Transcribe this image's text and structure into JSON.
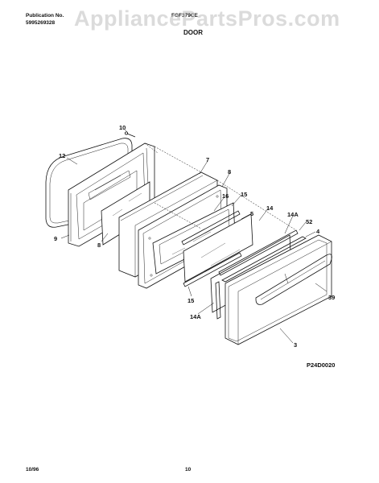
{
  "header": {
    "publication_label": "Publication No.",
    "publication_number": "5995269328",
    "model": "FGF379CE",
    "section_title": "DOOR"
  },
  "watermark": "AppliancePartsPros.com",
  "diagram_code": "P24D0020",
  "callouts": [
    {
      "id": "10",
      "name": "callout-10"
    },
    {
      "id": "12",
      "name": "callout-12"
    },
    {
      "id": "7",
      "name": "callout-7"
    },
    {
      "id": "8",
      "name": "callout-8-upper"
    },
    {
      "id": "16",
      "name": "callout-16"
    },
    {
      "id": "15",
      "name": "callout-15-upper"
    },
    {
      "id": "5",
      "name": "callout-5"
    },
    {
      "id": "14",
      "name": "callout-14"
    },
    {
      "id": "14A",
      "name": "callout-14a-upper"
    },
    {
      "id": "52",
      "name": "callout-52"
    },
    {
      "id": "4",
      "name": "callout-4"
    },
    {
      "id": "9",
      "name": "callout-9"
    },
    {
      "id": "8",
      "name": "callout-8-lower"
    },
    {
      "id": "15",
      "name": "callout-15-lower"
    },
    {
      "id": "14A",
      "name": "callout-14a-lower"
    },
    {
      "id": "39",
      "name": "callout-39"
    },
    {
      "id": "3",
      "name": "callout-3"
    }
  ],
  "footer": {
    "date": "10/96",
    "page_number": "10"
  }
}
